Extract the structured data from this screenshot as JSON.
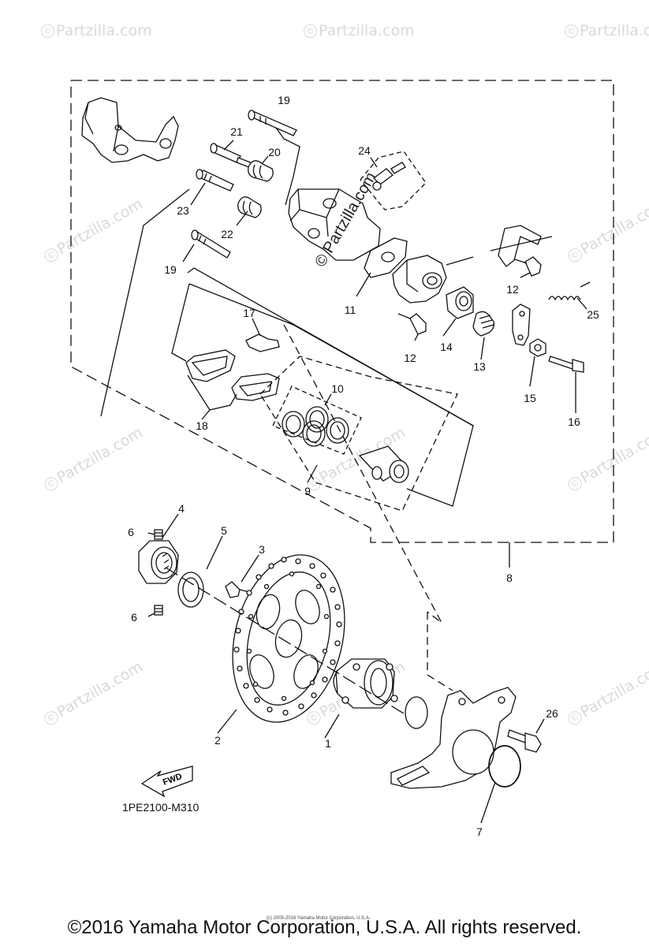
{
  "watermark": "Partzilla.com",
  "watermark_copyright_symbol": "©",
  "center_watermark": "© Partzilla.com",
  "callouts": {
    "c1": "1",
    "c2": "2",
    "c3": "3",
    "c4": "4",
    "c5": "5",
    "c6a": "6",
    "c6b": "6",
    "c7": "7",
    "c8": "8",
    "c9": "9",
    "c10": "10",
    "c11": "11",
    "c12a": "12",
    "c12b": "12",
    "c13": "13",
    "c14": "14",
    "c15": "15",
    "c16": "16",
    "c17": "17",
    "c18": "18",
    "c19a": "19",
    "c19b": "19",
    "c20": "20",
    "c21": "21",
    "c22": "22",
    "c23": "23",
    "c24": "24",
    "c25": "25",
    "c26": "26"
  },
  "fwd_arrow_label": "FWD",
  "diagram_code": "1PE2100-M310",
  "small_notice": "(c) 2005-2016 Yamaha Motor Corporation, U.S.A.",
  "copyright": "©2016 Yamaha Motor Corporation, U.S.A. All rights reserved."
}
